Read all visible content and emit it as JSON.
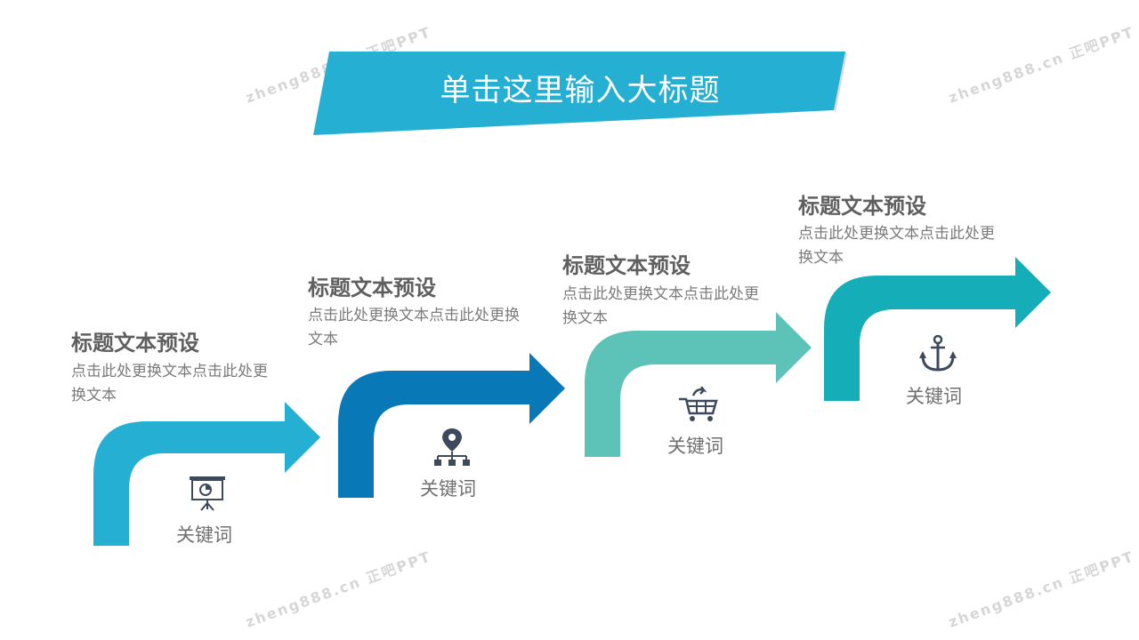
{
  "title": "单击这里输入大标题",
  "steps": [
    {
      "title": "标题文本预设",
      "desc": "点击此处更换文本点击此处更换文本",
      "keyword": "关键词",
      "icon": "presentation-board-icon",
      "color": "#25afd3"
    },
    {
      "title": "标题文本预设",
      "desc": "点击此处更换文本点击此处更换文本",
      "keyword": "关键词",
      "icon": "location-network-icon",
      "color": "#0878b7"
    },
    {
      "title": "标题文本预设",
      "desc": "点击此处更换文本点击此处更换文本",
      "keyword": "关键词",
      "icon": "shopping-cart-icon",
      "color": "#5dc2b7"
    },
    {
      "title": "标题文本预设",
      "desc": "点击此处更换文本点击此处更换文本",
      "keyword": "关键词",
      "icon": "anchor-icon",
      "color": "#15aeb8"
    }
  ],
  "watermark": "zheng888.cn 正吧PPT",
  "colors": {
    "banner": "#25afd3",
    "icon": "#3d4a5c"
  }
}
